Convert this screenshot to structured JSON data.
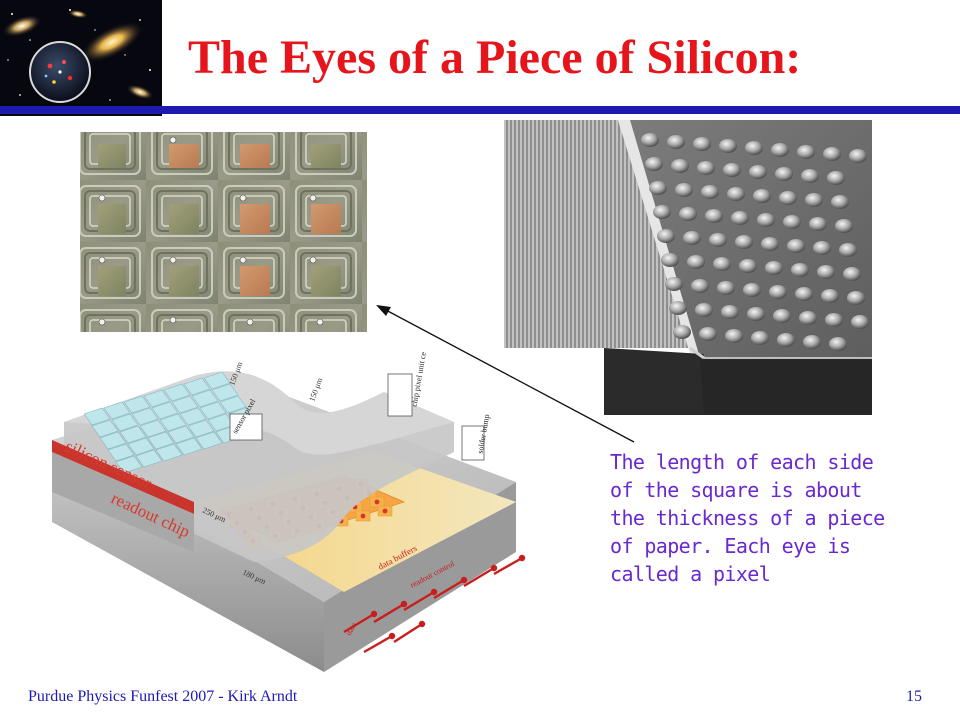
{
  "slide": {
    "title": "The Eyes of a Piece of Silicon:",
    "caption_lines": [
      "The length of each side",
      "of the square is about",
      "the thickness of a piece",
      "of paper. Each eye is",
      "called a pixel"
    ],
    "footer_left": "Purdue Physics Funfest 2007 - Kirk Arndt",
    "page_number": "15"
  },
  "diagram": {
    "labels": {
      "silicon_sensor": "silicon sensor",
      "readout_chip": "readout chip",
      "sensor_pixel": "sensor pixel",
      "chip_pixel_unit_cell": "chip pixel unit cell",
      "solder_bump": "solder bump",
      "dim_150_a": "150 μm",
      "dim_150_b": "150 μm",
      "dim_250": "250 μm",
      "dim_180": "180 μm",
      "data_buffers": "data buffers",
      "readout_control": "readout control",
      "data": "data"
    }
  },
  "colors": {
    "title": "#e6151b",
    "rule": "#1d1ab0",
    "caption": "#6a28cf",
    "footer": "#1d1ab0"
  }
}
